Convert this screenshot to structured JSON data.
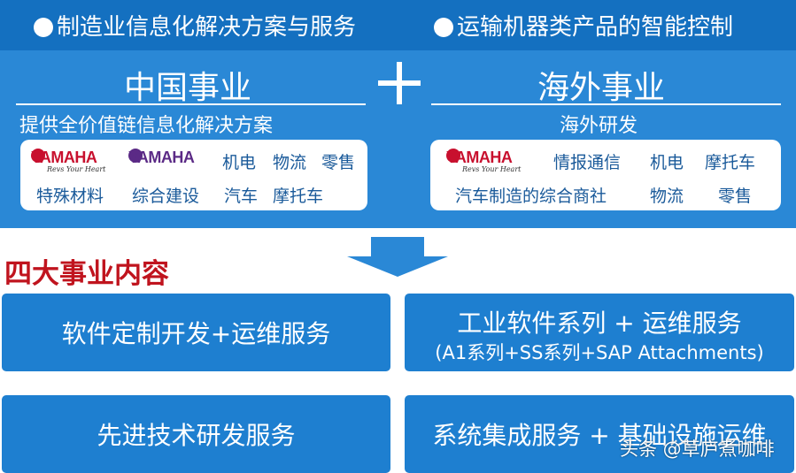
{
  "header": {
    "left_title": "制造业信息化解决方案与服务",
    "right_title": "运输机器类产品的智能控制"
  },
  "china": {
    "title": "中国事业",
    "subtitle": "提供全价值链信息化解决方案",
    "items": [
      "机电",
      "物流",
      "零售",
      "特殊材料",
      "综合建设",
      "汽车",
      "摩托车"
    ]
  },
  "overseas": {
    "title": "海外事业",
    "subtitle": "海外研发",
    "items": [
      "情报通信",
      "机电",
      "摩托车",
      "汽车制造的综合商社",
      "物流",
      "零售"
    ]
  },
  "logos": {
    "word": "YAMAHA",
    "tagline": "Revs Your Heart",
    "red": "#c8102e",
    "purple": "#5b2a86"
  },
  "section": {
    "title": "四大事业内容"
  },
  "businesses": [
    {
      "title": "软件定制开发+运维服务"
    },
    {
      "title": "工业软件系列 + 运维服务",
      "detail": "(A1系列+SS系列+SAP Attachments)"
    },
    {
      "title": "先进技术研发服务"
    },
    {
      "title": "系统集成服务 + 基础设施运维"
    }
  ],
  "watermark": "头条 @草庐煮咖啡",
  "colors": {
    "dark_blue": "#1470c0",
    "light_blue": "#2a88d6",
    "box_blue": "#1e7fd0",
    "arrow_blue": "#2a88d6",
    "section_red": "#c0141e"
  }
}
